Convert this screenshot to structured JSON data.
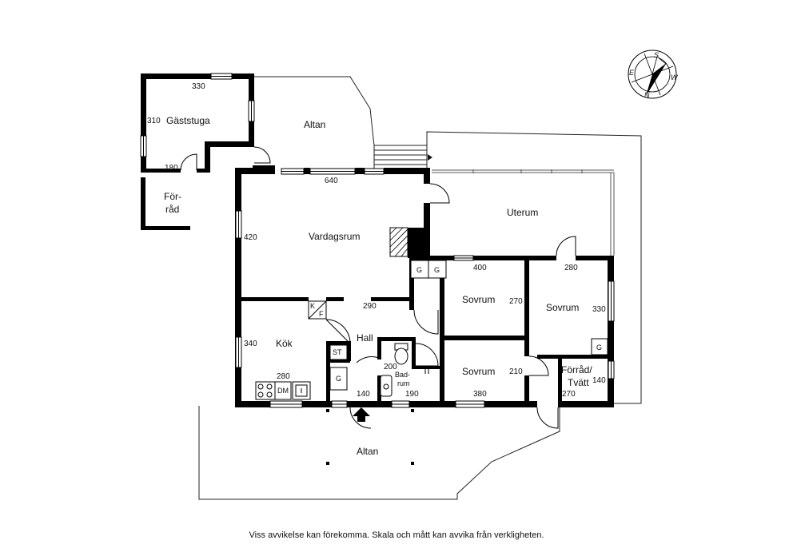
{
  "rooms": {
    "gaststuga": "Gäststuga",
    "altan_top": "Altan",
    "forrad_left_1": "För-",
    "forrad_left_2": "råd",
    "vardagsrum": "Vardagsrum",
    "uterum": "Uterum",
    "kok": "Kök",
    "hall": "Hall",
    "sovrum_1": "Sovrum",
    "sovrum_2": "Sovrum",
    "sovrum_3": "Sovrum",
    "badrum_1": "Bad-",
    "badrum_2": "rum",
    "forrad_tvatt_1": "Förråd/",
    "forrad_tvatt_2": "Tvätt",
    "altan_bottom": "Altan"
  },
  "dimensions": {
    "d330_top": "330",
    "d310": "310",
    "d180": "180",
    "d640": "640",
    "d420": "420",
    "d400": "400",
    "d280_right": "280",
    "d290": "290",
    "d270_mid": "270",
    "d330_right": "330",
    "d340": "340",
    "d280_kitchen": "280",
    "d200": "200",
    "d210": "210",
    "d140_right": "140",
    "d140_bottom": "140",
    "d190": "190",
    "d380": "380",
    "d270_bottom": "270"
  },
  "fixtures": {
    "g1": "G",
    "g2": "G",
    "g3": "G",
    "g4": "G",
    "k": "K",
    "f": "F",
    "st": "ST",
    "dm": "DM"
  },
  "compass": {
    "s": "S",
    "w": "W",
    "n": "N",
    "e": "E"
  },
  "disclaimer": "Viss avvikelse kan förekomma. Skala och mått kan avvika från verkligheten."
}
